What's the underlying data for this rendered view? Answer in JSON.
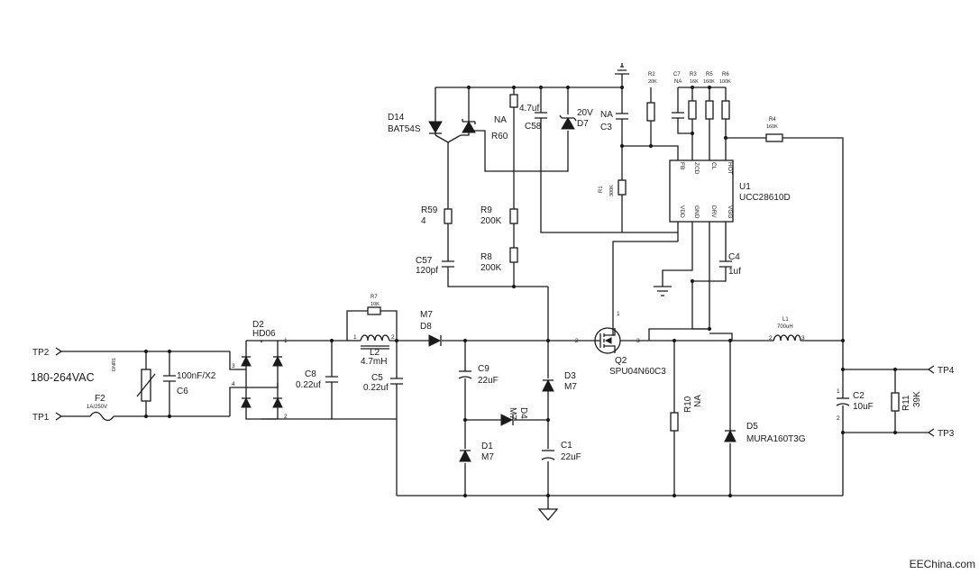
{
  "input": {
    "tp2": "TP2",
    "tp1": "TP1",
    "voltage": "180-264VAC"
  },
  "output": {
    "tp4": "TP4",
    "tp3": "TP3"
  },
  "components": {
    "d14": {
      "ref": "D14",
      "value": "BAT54S"
    },
    "r60": {
      "ref": "R60",
      "value": "NA"
    },
    "c58": {
      "ref": "C58",
      "value": "4.7uf"
    },
    "d7": {
      "ref": "D7",
      "value": "20V"
    },
    "c3": {
      "ref": "C3",
      "value": "NA"
    },
    "r2": {
      "ref": "R2",
      "value": "20K"
    },
    "c7": {
      "ref": "C7",
      "value": "NA"
    },
    "r3": {
      "ref": "R3",
      "value": "16K"
    },
    "r5": {
      "ref": "R5",
      "value": "160K"
    },
    "r6": {
      "ref": "R6",
      "value": "100K"
    },
    "r4": {
      "ref": "R4",
      "value": "160K"
    },
    "r1": {
      "ref": "R1",
      "value": "300K"
    },
    "u1": {
      "ref": "U1",
      "value": "UCC28610D"
    },
    "r59": {
      "ref": "R59",
      "value": "4"
    },
    "r9": {
      "ref": "R9",
      "value": "200K"
    },
    "r8": {
      "ref": "R8",
      "value": "200K"
    },
    "c57": {
      "ref": "C57",
      "value": "120pf"
    },
    "c4": {
      "ref": "C4",
      "value": "1uf"
    },
    "r7": {
      "ref": "R7",
      "value": "10K"
    },
    "m7d8": {
      "ref": "M7",
      "value": "D8"
    },
    "l2": {
      "ref": "L2",
      "value": "4.7mH"
    },
    "d2": {
      "ref": "D2",
      "value": "HD06"
    },
    "l1": {
      "ref": "L1",
      "value": "700uH"
    },
    "q2": {
      "ref": "Q2",
      "value": "SPU04N60C3"
    },
    "c6": {
      "ref": "C6",
      "value": "100nF/X2"
    },
    "varistor": {
      "ref": "DNR1"
    },
    "f2": {
      "ref": "F2",
      "value": "1A/250V"
    },
    "c8": {
      "ref": "C8",
      "value": "0.22uf"
    },
    "c5": {
      "ref": "C5",
      "value": "0.22uf"
    },
    "c9": {
      "ref": "C9",
      "value": "22uF"
    },
    "d3": {
      "ref": "D3",
      "value": "M7"
    },
    "d4": {
      "ref": "D4",
      "value": "M7"
    },
    "d1": {
      "ref": "D1",
      "value": "M7"
    },
    "c1": {
      "ref": "C1",
      "value": "22uF"
    },
    "r10": {
      "ref": "R10",
      "value": "NA"
    },
    "d5": {
      "ref": "D5",
      "value": "MURA160T3G"
    },
    "c2": {
      "ref": "C2",
      "value": "10uF"
    },
    "r11": {
      "ref": "R11",
      "value": "39K"
    }
  },
  "ic_pins": {
    "fb": "FB",
    "zcd": "ZCD",
    "cl": "CL",
    "hot": "HOT",
    "vdd": "VDD",
    "gnd": "GND",
    "drv": "DRV",
    "vgg": "VGG"
  },
  "pin_numbers": {
    "d2_p1": "1",
    "d2_p2": "2",
    "d2_p3": "3",
    "d2_p4": "4",
    "l2_p1": "1",
    "l2_p2": "2",
    "q2_p1": "1",
    "q2_p2": "2",
    "q2_p3": "3",
    "l1_p2": "2",
    "l1_p3": "3",
    "c2_p1": "1",
    "c2_p2": "2"
  },
  "watermark": "EEChina.com"
}
